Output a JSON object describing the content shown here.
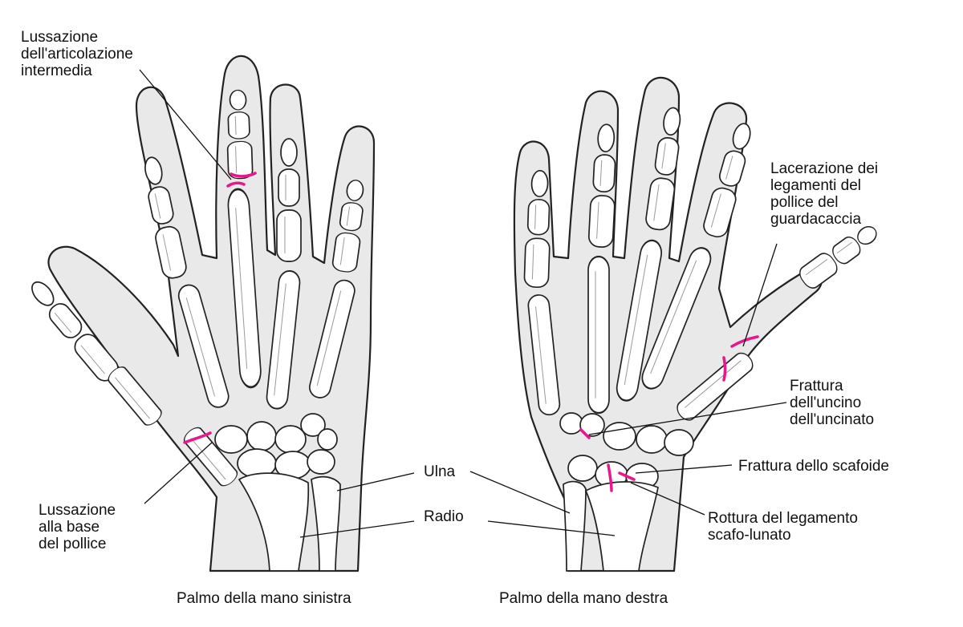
{
  "colors": {
    "injury": "#e8178a",
    "skin": "#e9e9e9",
    "bone": "#ffffff",
    "outline": "#222222"
  },
  "labels": {
    "middle_joint": "Lussazione\ndell'articolazione\nintermedia",
    "thumb_base": "Lussazione\nalla base\ndel pollice",
    "ulna": "Ulna",
    "radius": "Radio",
    "gamekeeper": "Lacerazione dei\nlegamenti del\npollice del\nguardacaccia",
    "hamate": "Frattura\ndell'uncino\ndell'uncinato",
    "scaphoid": "Frattura dello scafoide",
    "scapholunate": "Rottura del legamento\nscafo-lunato"
  },
  "captions": {
    "left": "Palmo della mano sinistra",
    "right": "Palmo della mano destra"
  }
}
